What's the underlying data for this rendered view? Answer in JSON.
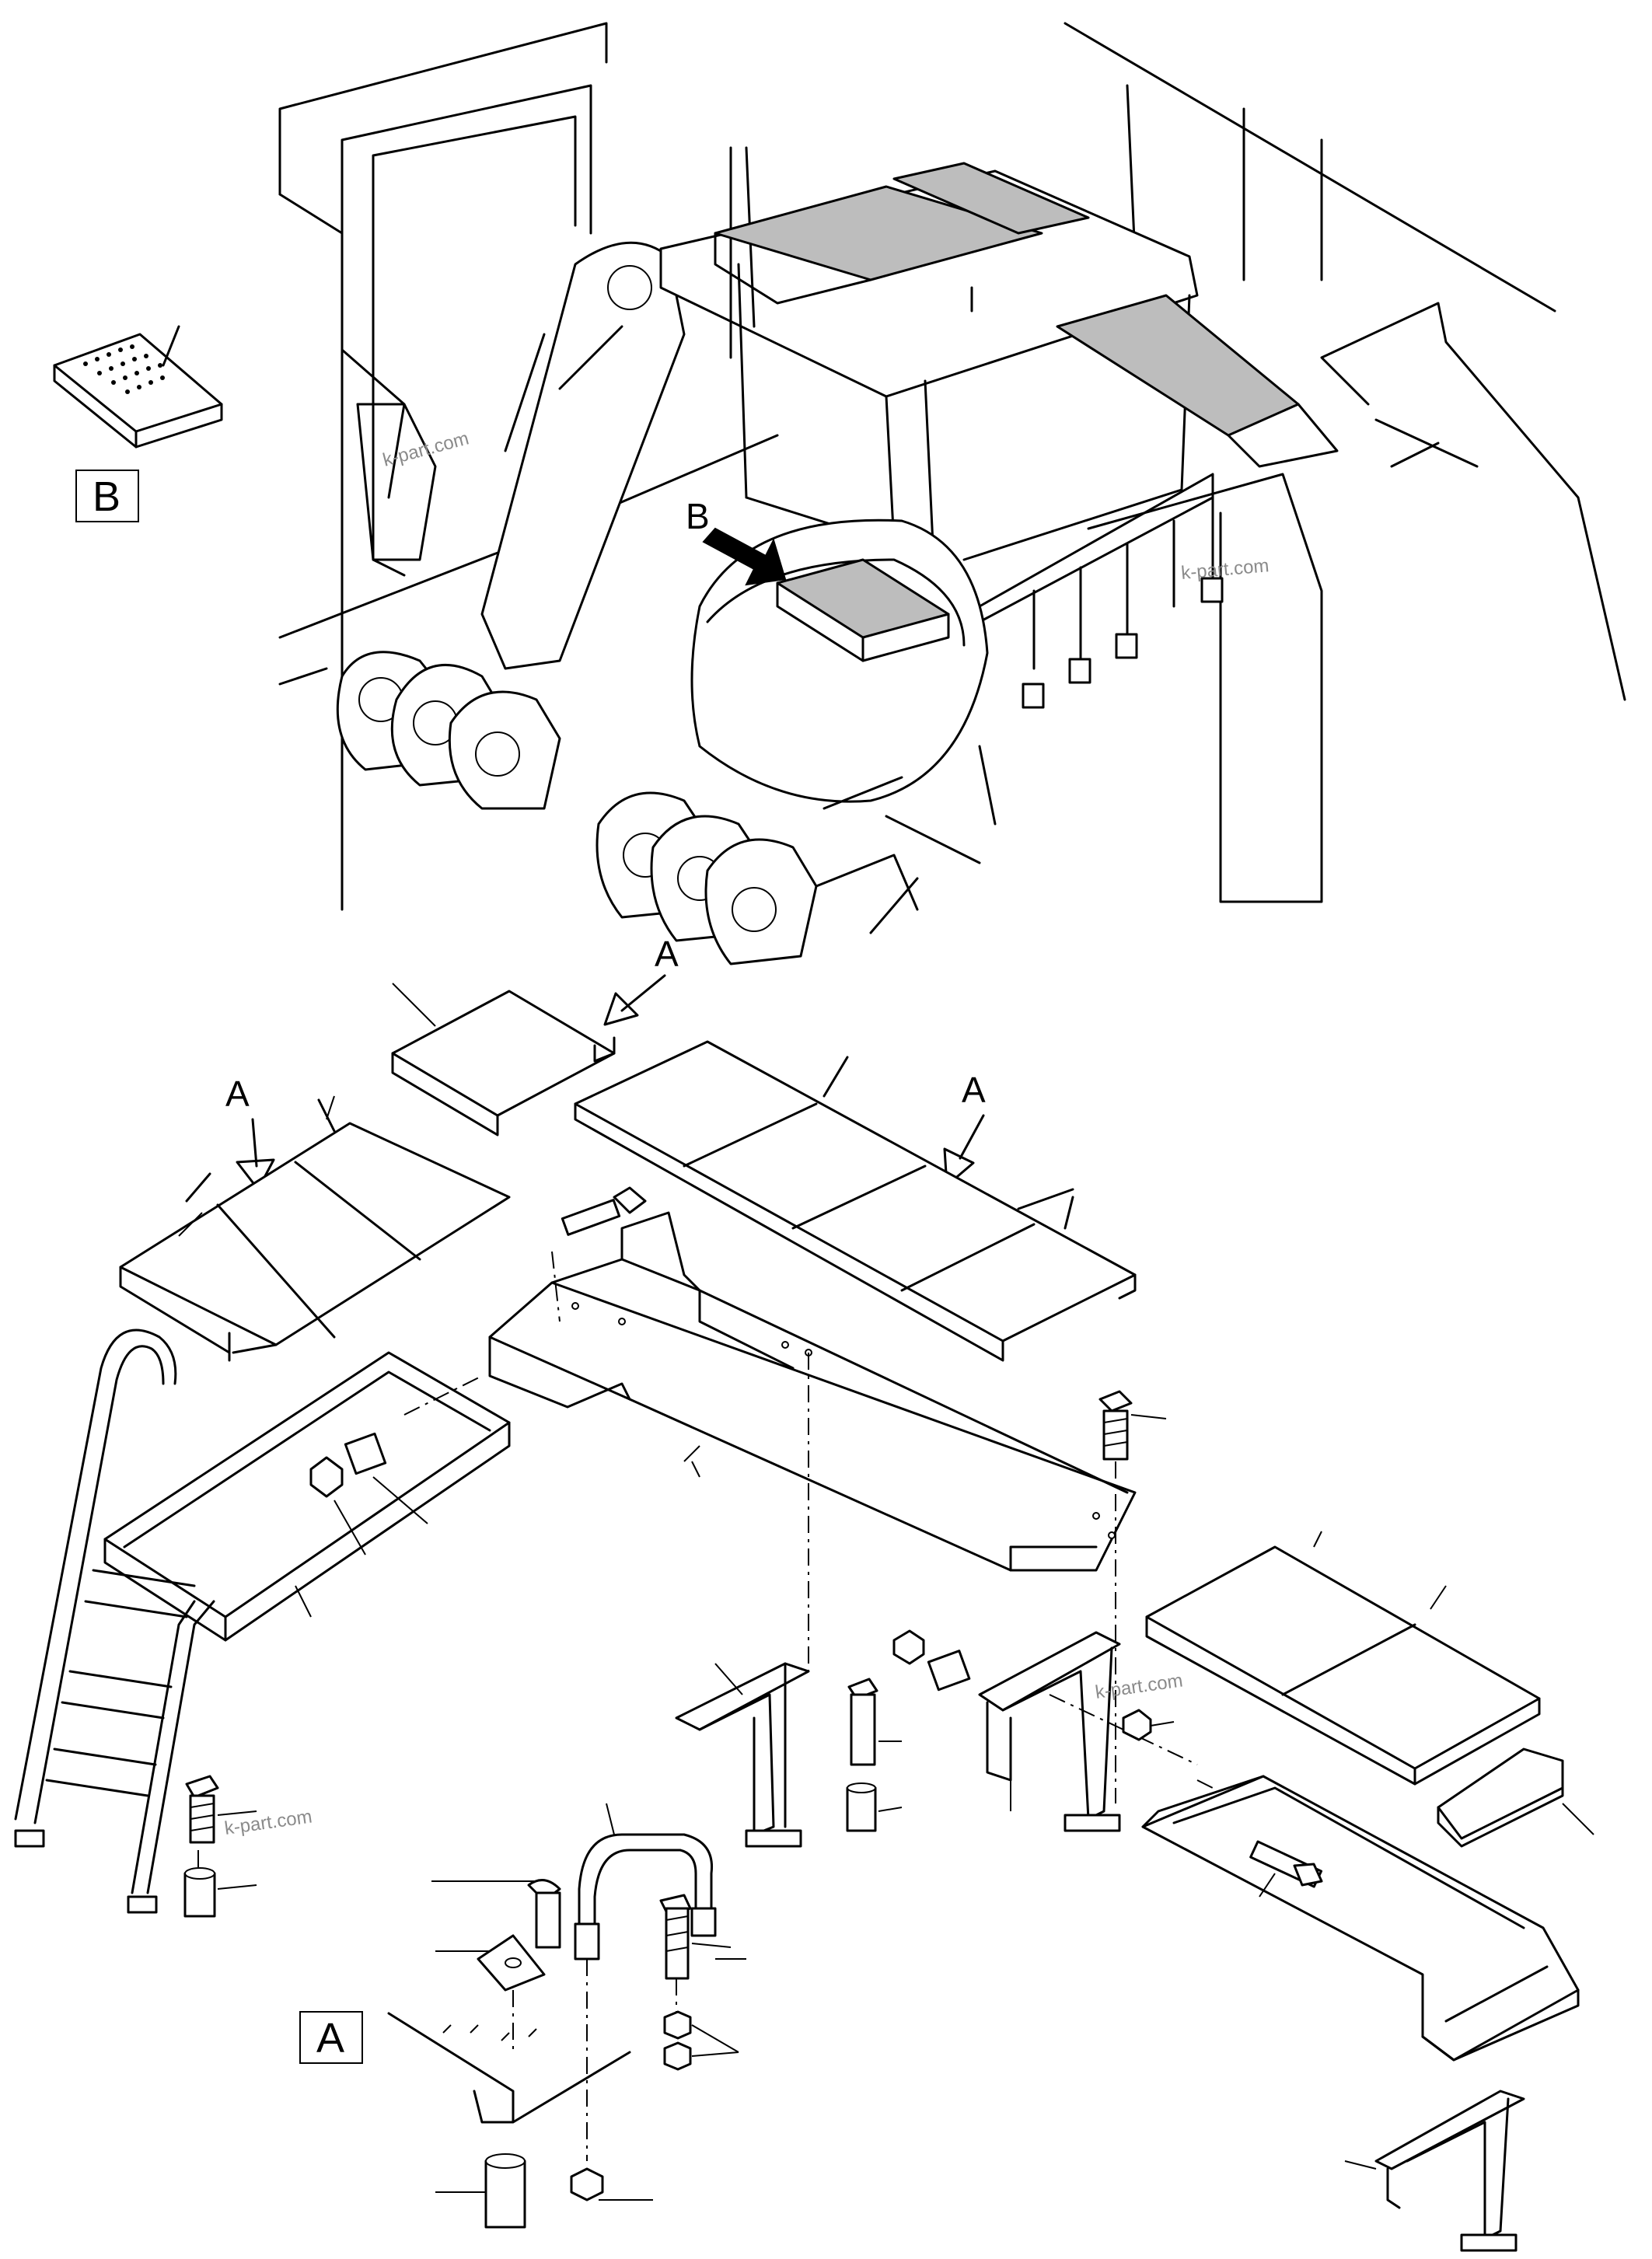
{
  "labels": {
    "detail_b_box": "B",
    "detail_a_box": "A",
    "arrow_b": "B",
    "arrow_a_top": "A",
    "arrow_a_left": "A",
    "arrow_a_right": "A"
  },
  "watermarks": [
    "k-part.com",
    "k-part.com",
    "k-part.com",
    "k-part.com"
  ],
  "colors": {
    "line": "#000000",
    "shaded_part": "#bdbdbd",
    "watermark": "#8a8a8a",
    "background": "#ffffff"
  }
}
